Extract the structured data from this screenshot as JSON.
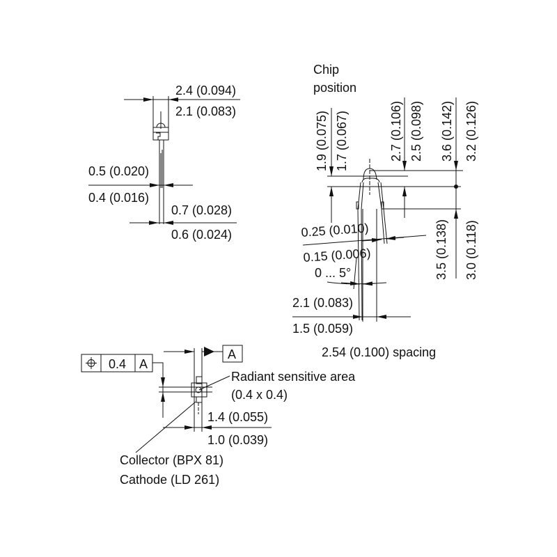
{
  "side_view": {
    "body_width_max": "2.4 (0.094)",
    "body_width_min": "2.1 (0.083)",
    "lead_thickness_max": "0.5 (0.020)",
    "lead_thickness_min": "0.4 (0.016)",
    "lead_width_max": "0.7 (0.028)",
    "lead_width_min": "0.6 (0.024)"
  },
  "front_view": {
    "chip_label_line1": "Chip",
    "chip_label_line2": "position",
    "chip_pos_max": "1.9 (0.075)",
    "chip_pos_min": "1.7 (0.067)",
    "dome_height_max": "2.7 (0.106)",
    "dome_height_min": "2.5 (0.098)",
    "total_height_max": "3.6 (0.142)",
    "total_height_min": "3.2 (0.126)",
    "lead_bend_max": "3.5 (0.138)",
    "lead_bend_min": "3.0 (0.118)",
    "lead_thick_max": "0.25 (0.010)",
    "lead_thick_min": "0.15 (0.006)",
    "angle": "0 ... 5°",
    "width_max": "2.1 (0.083)",
    "width_min": "1.5 (0.059)",
    "spacing": "2.54 (0.100) spacing"
  },
  "top_view": {
    "tolerance_value": "0.4",
    "datum": "A",
    "datum_box": "A",
    "radiant_label": "Radiant sensitive area",
    "radiant_size": "(0.4 x 0.4)",
    "offset_max": "1.4 (0.055)",
    "offset_min": "1.0 (0.039)",
    "collector_label": "Collector (BPX 81)",
    "cathode_label": "Cathode (LD 261)"
  }
}
